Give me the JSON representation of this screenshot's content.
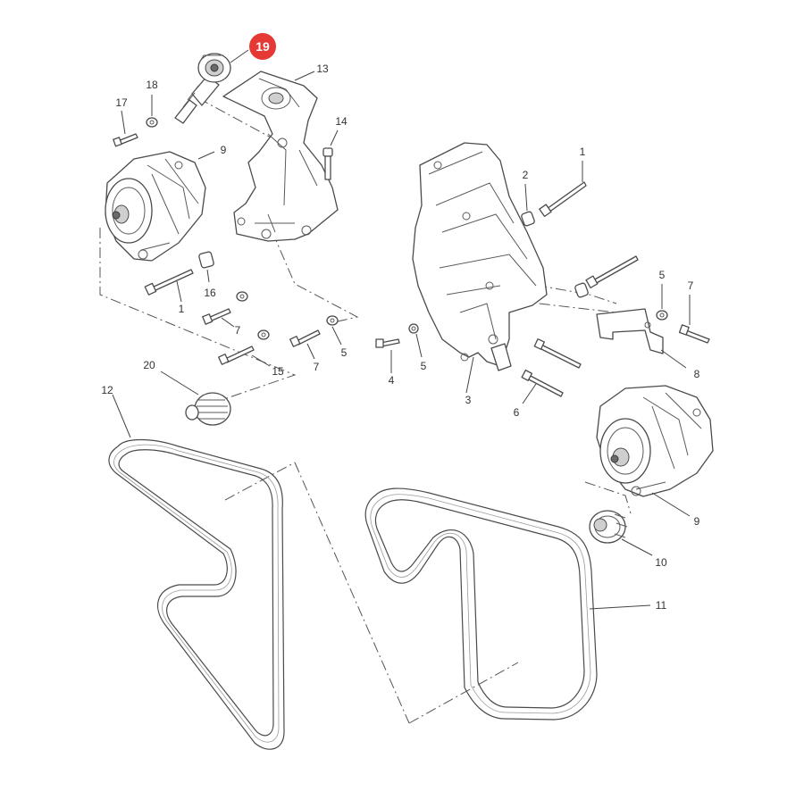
{
  "highlight": {
    "label": "19",
    "color": "#e53935"
  },
  "callouts": [
    {
      "id": "1a",
      "label": "1"
    },
    {
      "id": "1b",
      "label": "1"
    },
    {
      "id": "2",
      "label": "2"
    },
    {
      "id": "3",
      "label": "3"
    },
    {
      "id": "4",
      "label": "4"
    },
    {
      "id": "5a",
      "label": "5"
    },
    {
      "id": "5b",
      "label": "5"
    },
    {
      "id": "5c",
      "label": "5"
    },
    {
      "id": "6",
      "label": "6"
    },
    {
      "id": "7a",
      "label": "7"
    },
    {
      "id": "7b",
      "label": "7"
    },
    {
      "id": "7c",
      "label": "7"
    },
    {
      "id": "8",
      "label": "8"
    },
    {
      "id": "9a",
      "label": "9"
    },
    {
      "id": "9b",
      "label": "9"
    },
    {
      "id": "10",
      "label": "10"
    },
    {
      "id": "11",
      "label": "11"
    },
    {
      "id": "12",
      "label": "12"
    },
    {
      "id": "13",
      "label": "13"
    },
    {
      "id": "14",
      "label": "14"
    },
    {
      "id": "15",
      "label": "15"
    },
    {
      "id": "16",
      "label": "16"
    },
    {
      "id": "17",
      "label": "17"
    },
    {
      "id": "18",
      "label": "18"
    },
    {
      "id": "20",
      "label": "20"
    }
  ]
}
